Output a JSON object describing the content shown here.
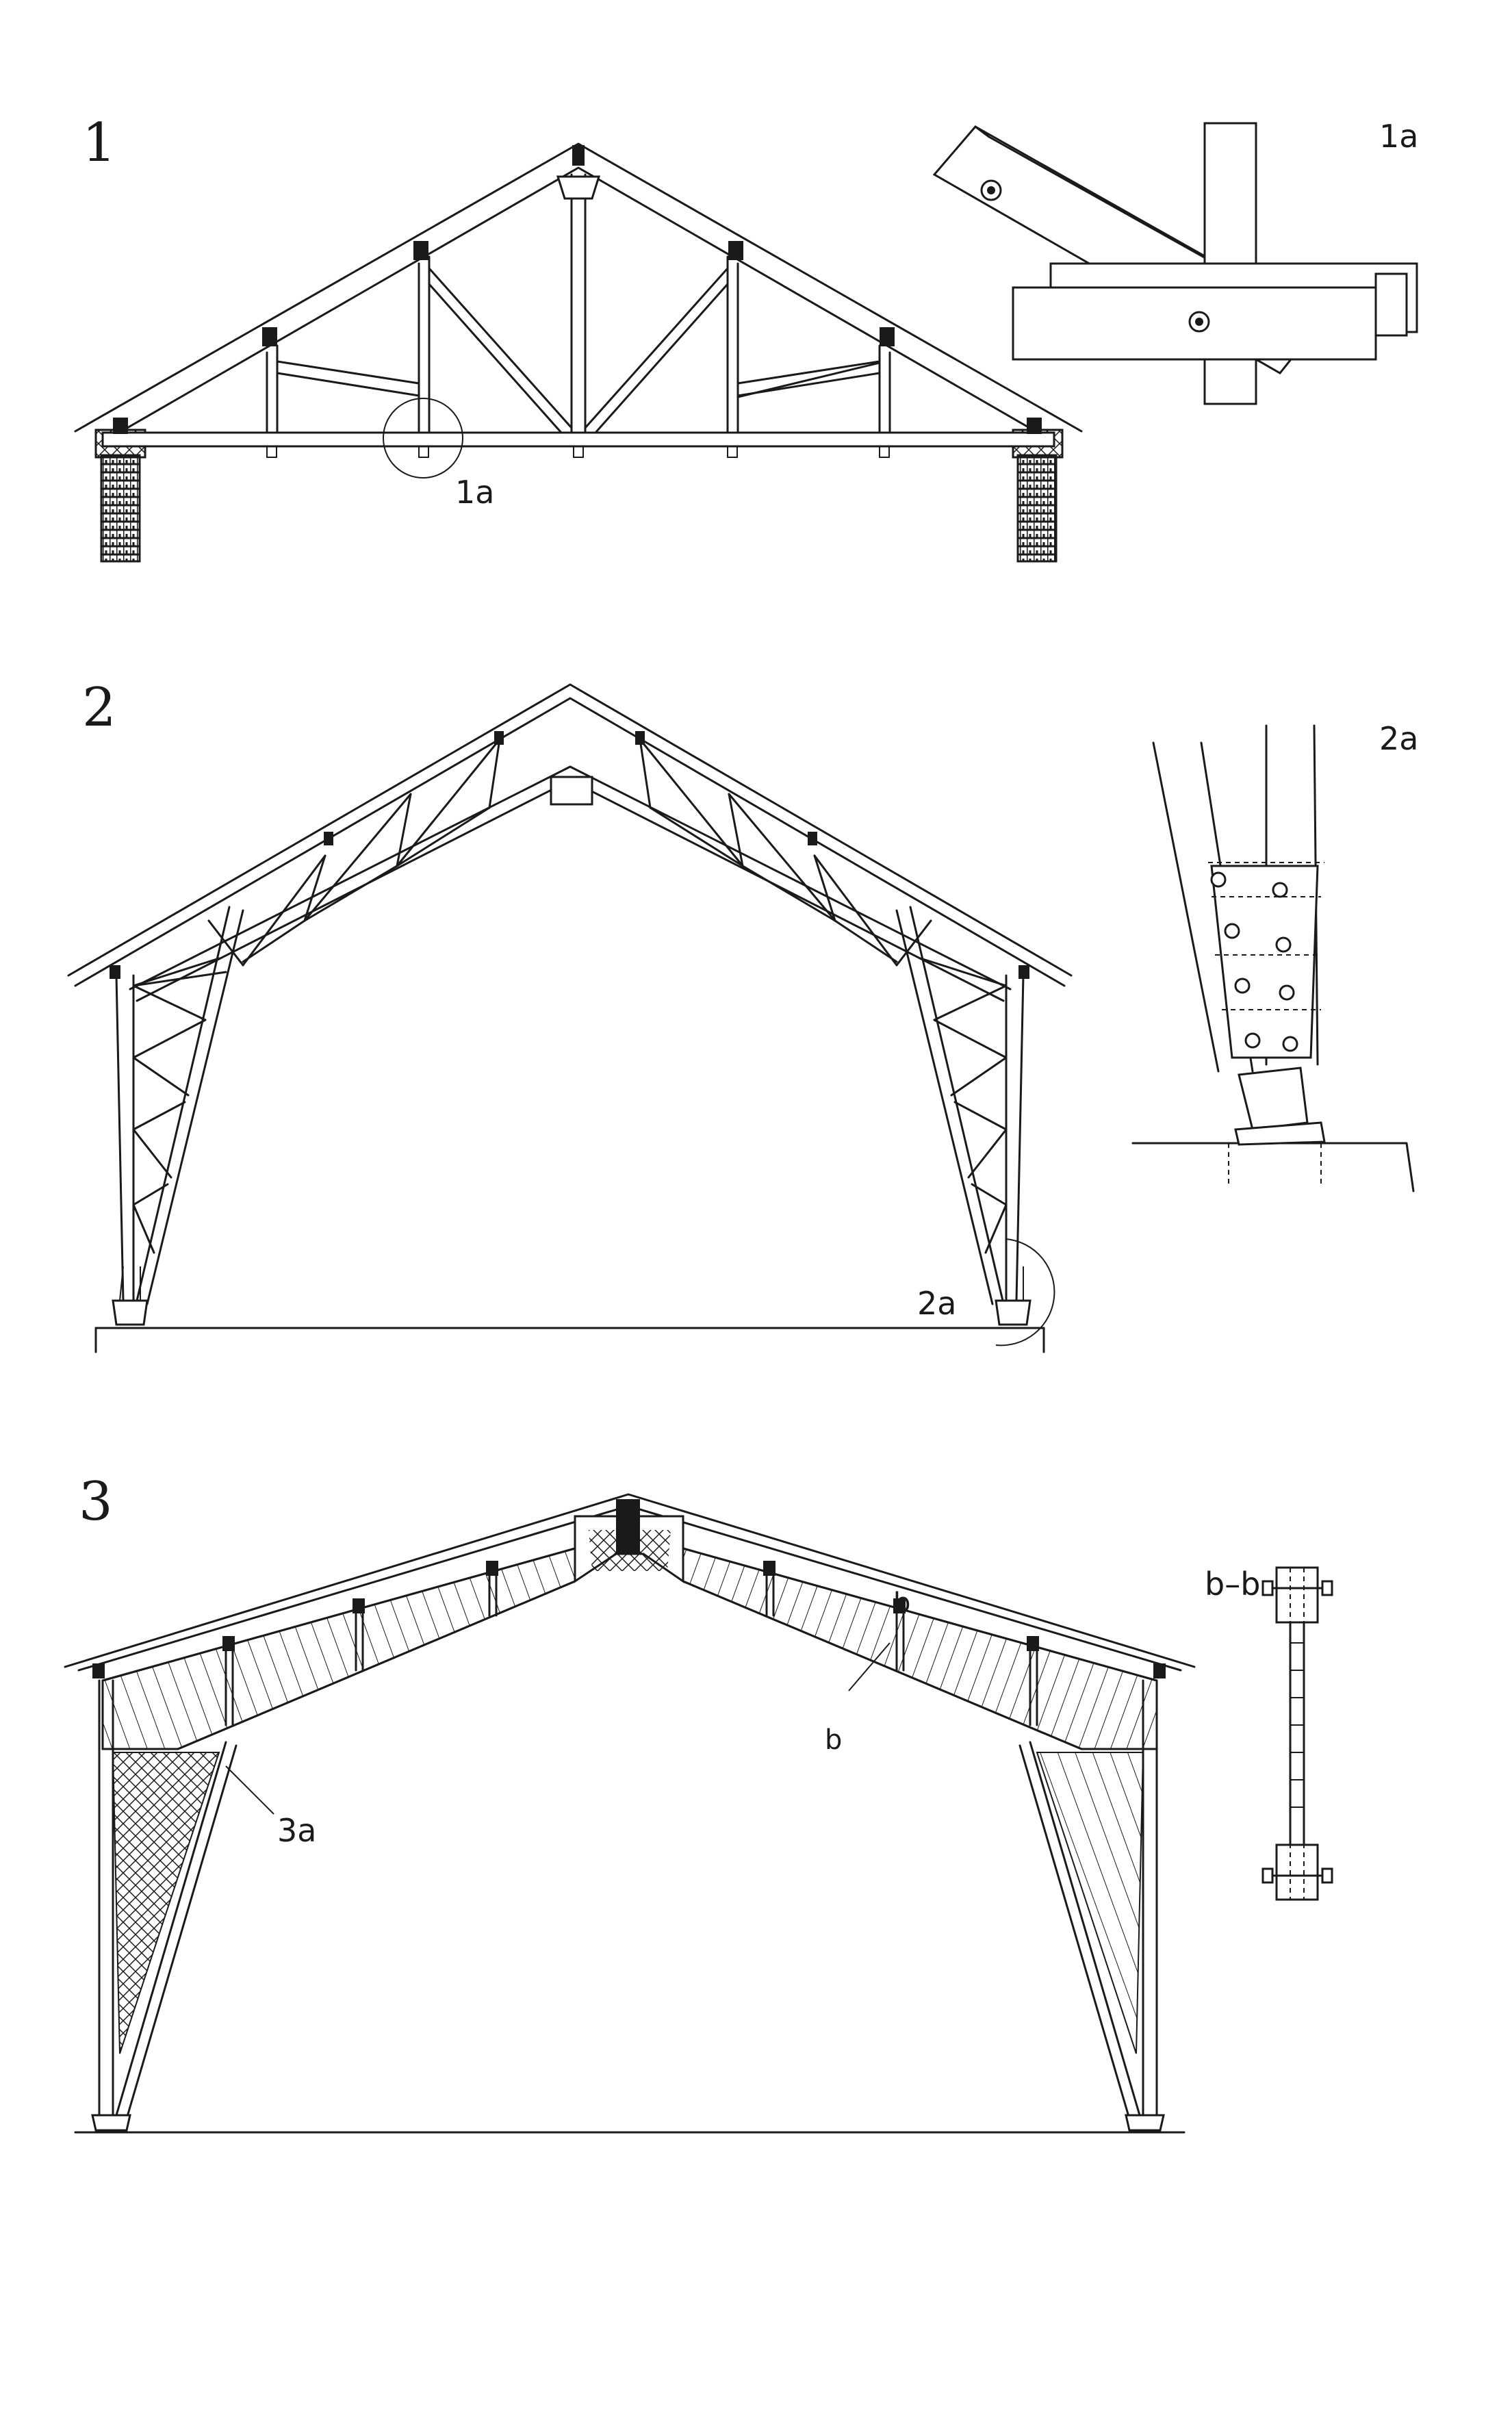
{
  "figures": {
    "fig1": {
      "number": "1",
      "callout": "1a",
      "detail_label": "1a"
    },
    "fig2": {
      "number": "2",
      "callout": "2a",
      "detail_label": "2a"
    },
    "fig3": {
      "number": "3",
      "callout": "3a",
      "section_mark_1": "b",
      "section_mark_2": "b",
      "detail_label": "b–b"
    }
  },
  "colors": {
    "ink": "#1a1a1a",
    "paper": "#ffffff"
  }
}
